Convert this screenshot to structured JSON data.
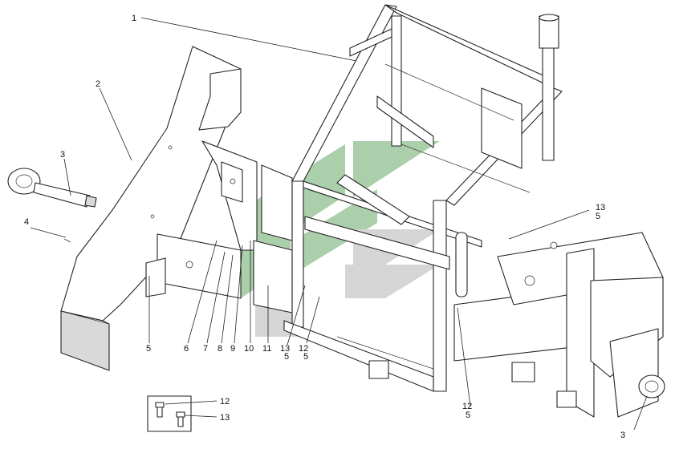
{
  "drawing": {
    "callouts": [
      {
        "id": "c1",
        "text": "1"
      },
      {
        "id": "c2",
        "text": "2"
      },
      {
        "id": "c3a",
        "text": "3"
      },
      {
        "id": "c3b",
        "text": "3"
      },
      {
        "id": "c4",
        "text": "4"
      },
      {
        "id": "c5a",
        "text": "5"
      },
      {
        "id": "c6",
        "text": "6"
      },
      {
        "id": "c7",
        "text": "7"
      },
      {
        "id": "c8",
        "text": "8"
      },
      {
        "id": "c9",
        "text": "9"
      },
      {
        "id": "c10",
        "text": "10"
      },
      {
        "id": "c11",
        "text": "11"
      },
      {
        "id": "c13a",
        "text": "13"
      },
      {
        "id": "c5b",
        "text": "5"
      },
      {
        "id": "c12a",
        "text": "12"
      },
      {
        "id": "c5c",
        "text": "5"
      },
      {
        "id": "c13b",
        "text": "13"
      },
      {
        "id": "c5d",
        "text": "5"
      },
      {
        "id": "c12b",
        "text": "12"
      },
      {
        "id": "c5e",
        "text": "5"
      },
      {
        "id": "c12c",
        "text": "12"
      },
      {
        "id": "c13c",
        "text": "13"
      }
    ],
    "watermark_colors": {
      "green": "#8fbf8f",
      "grey": "#c8c8c8"
    }
  }
}
